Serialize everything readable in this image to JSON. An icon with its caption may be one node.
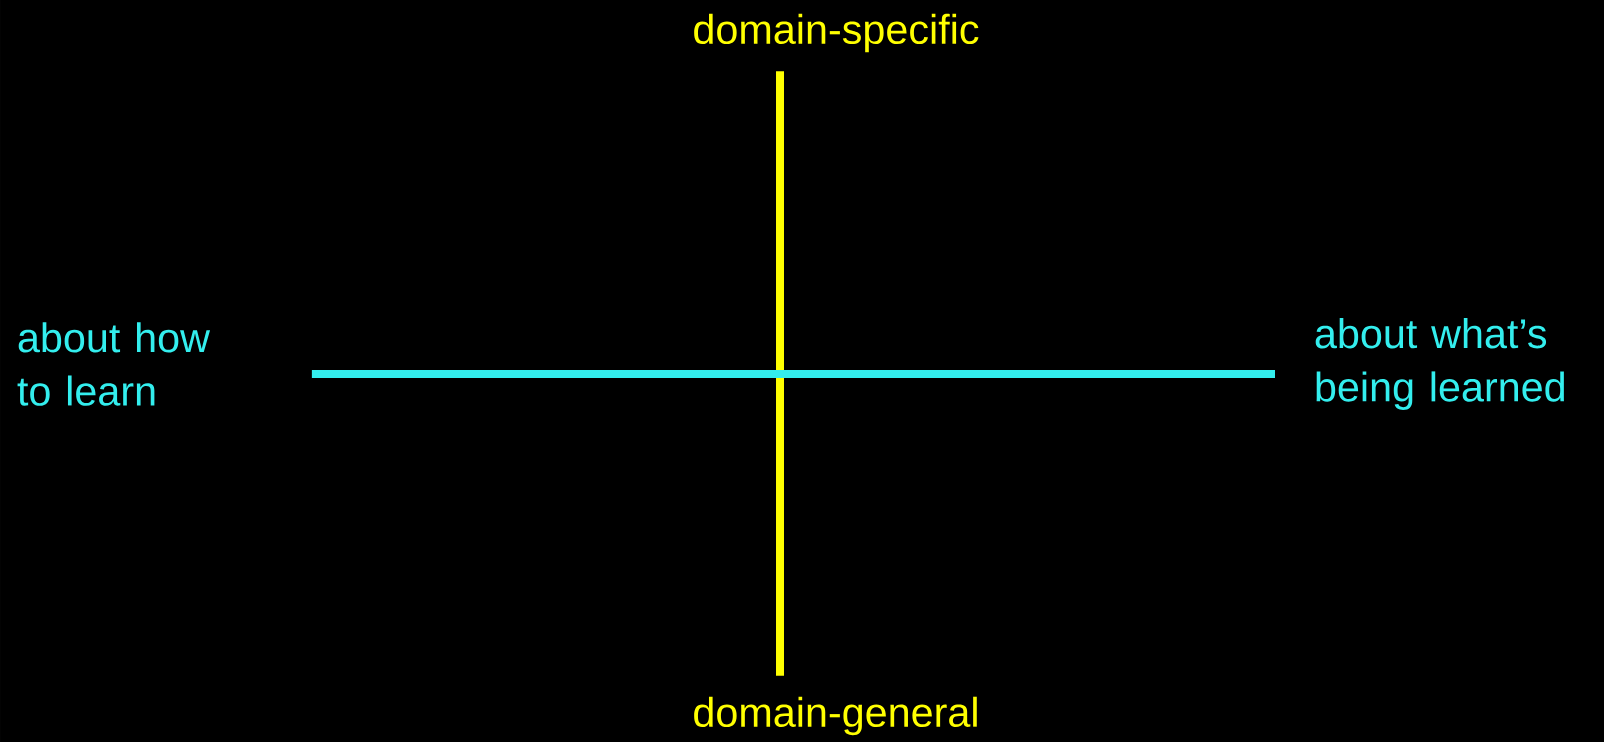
{
  "diagram": {
    "nodes": [
      {
        "text": [
          "domain-specific"
        ]
      },
      {
        "text": [
          "domain-general"
        ]
      },
      {
        "text": [
          "about how to learn"
        ]
      },
      {
        "text": [
          "about what’s being learned"
        ]
      }
    ],
    "edges": [
      {
        "from": 0,
        "to": 1,
        "arrow": "none",
        "color": "#ffff00"
      },
      {
        "from": 2,
        "to": 3,
        "arrow": "none",
        "color": "#33eeee"
      }
    ]
  }
}
